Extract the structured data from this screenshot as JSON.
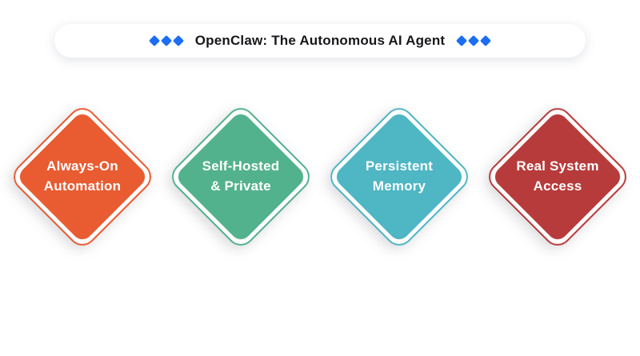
{
  "header": {
    "title": "OpenClaw: The Autonomous AI Agent",
    "decor": {
      "left_diamond_count": 3,
      "right_diamond_count": 3
    }
  },
  "colors": {
    "accent_blue": "#1C6EF2",
    "title_text": "#17171B",
    "background": "#FFFFFF",
    "pill_background": "#FFFFFF"
  },
  "features": [
    {
      "label": "Always-On Automation",
      "lines": [
        "Always-On",
        "Automation"
      ],
      "color": "#E95B31"
    },
    {
      "label": "Self-Hosted & Private",
      "lines": [
        "Self-Hosted",
        "& Private"
      ],
      "color": "#53B28E"
    },
    {
      "label": "Persistent Memory",
      "lines": [
        "Persistent",
        "Memory"
      ],
      "color": "#4FB6C3"
    },
    {
      "label": "Real System Access",
      "lines": [
        "Real System",
        "Access"
      ],
      "color": "#B83B3B"
    }
  ]
}
